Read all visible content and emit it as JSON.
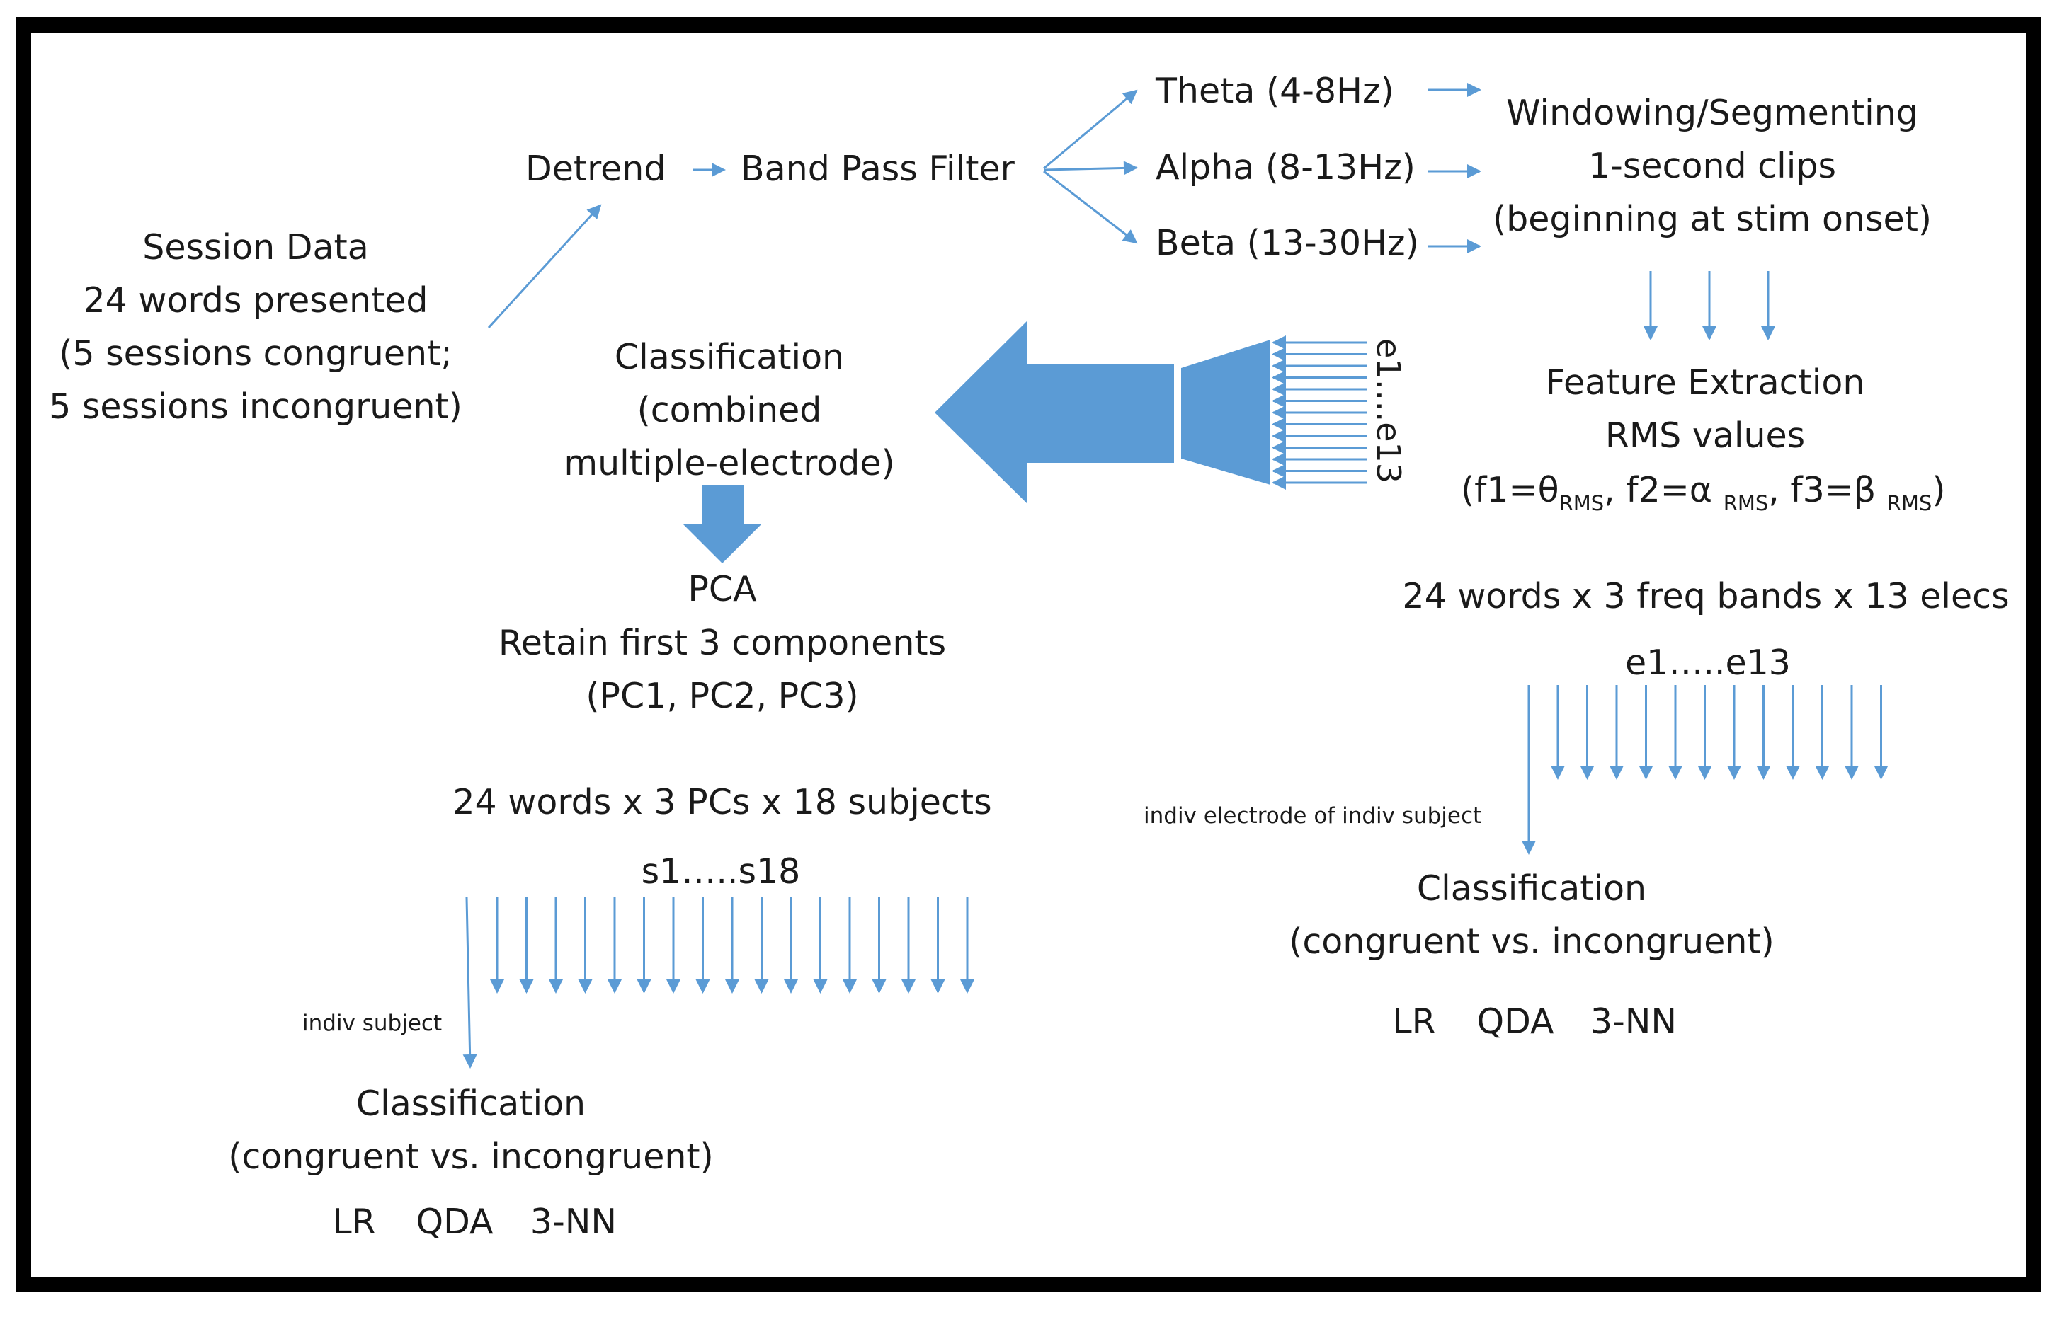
{
  "colors": {
    "arrow": "#5b9bd5",
    "frame": "#000000",
    "text": "#1a1a1a"
  },
  "session": {
    "line1": "Session Data",
    "line2": "24 words presented",
    "line3": "(5 sessions congruent;",
    "line4": "5 sessions incongruent)"
  },
  "detrend": "Detrend",
  "bandpass": "Band Pass Filter",
  "bands": {
    "theta": "Theta (4-8Hz)",
    "alpha": "Alpha (8-13Hz)",
    "beta": "Beta (13-30Hz)"
  },
  "windowing": {
    "line1": "Windowing/Segmenting",
    "line2": "1-second clips",
    "line3": "(beginning at stim onset)"
  },
  "features": {
    "title": "Feature Extraction",
    "subtitle": "RMS values",
    "f1_prefix": "(f1=θ",
    "f1_sub": "RMS",
    "f2_prefix": ", f2=α ",
    "f2_sub": "RMS",
    "f3_prefix": ", f3=β ",
    "f3_sub": "RMS",
    "close": ")"
  },
  "electrodes_vertical": "e1….e13",
  "combined": {
    "line1": "Classification",
    "line2": "(combined",
    "line3": "multiple-electrode)"
  },
  "pca": {
    "line1": "PCA",
    "line2": "Retain first 3 components",
    "line3": "(PC1, PC2, PC3)"
  },
  "right_branch": {
    "dims": "24 words x 3 freq bands x 13 elecs",
    "range": "e1…..e13",
    "note": "indiv electrode of indiv subject",
    "arrow_count": 12,
    "class_line1": "Classification",
    "class_line2": "(congruent vs. incongruent)",
    "methods": [
      "LR",
      "QDA",
      "3-NN"
    ]
  },
  "left_branch": {
    "dims": "24 words x 3 PCs x 18 subjects",
    "range": "s1…..s18",
    "note": "indiv subject",
    "arrow_count": 17,
    "class_line1": "Classification",
    "class_line2": "(congruent vs. incongruent)",
    "methods": [
      "LR",
      "QDA",
      "3-NN"
    ]
  }
}
